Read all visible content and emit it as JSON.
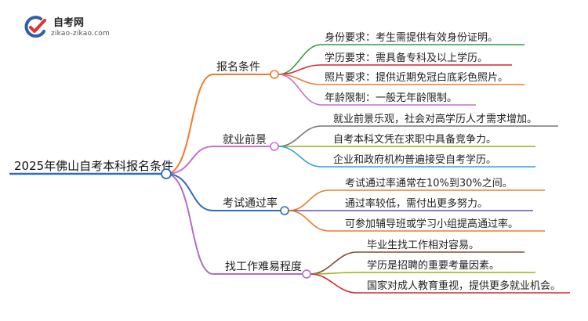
{
  "logo": {
    "title": "自考网",
    "url": "zikao-zikao.com"
  },
  "root": {
    "label": "2025年佛山自考本科报名条件"
  },
  "branches": [
    {
      "label": "报名条件",
      "color": "#F07C2A",
      "items": [
        {
          "text": "身份要求：考生需提供有效身份证明。",
          "color": "#2E9E3A"
        },
        {
          "text": "学历要求：需具备专科及以上学历。",
          "color": "#D7262C"
        },
        {
          "text": "照片要求：提供近期免冠白底彩色照片。",
          "color": "#F07C2A"
        },
        {
          "text": "年龄限制：一般无年龄限制。",
          "color": "#C86FD1"
        }
      ]
    },
    {
      "label": "就业前景",
      "color": "#C86FD1",
      "items": [
        {
          "text": "就业前景乐观，社会对高学历人才需求增加。",
          "color": "#777777"
        },
        {
          "text": "自考本科文凭在求职中具备竞争力。",
          "color": "#9AAF1E"
        },
        {
          "text": "企业和政府机构普遍接受自考学历。",
          "color": "#27A8D8"
        }
      ]
    },
    {
      "label": "考试通过率",
      "color": "#2F6DB5",
      "items": [
        {
          "text": "考试通过率通常在10%到30%之间。",
          "color": "#F07C2A"
        },
        {
          "text": "通过率较低，需付出更多努力。",
          "color": "#6A4FB0"
        },
        {
          "text": "可参加辅导班或学习小组提高通过率。",
          "color": "#F07C2A"
        }
      ]
    },
    {
      "label": "找工作难易程度",
      "color": "#B46BC8",
      "items": [
        {
          "text": "毕业生找工作相对容易。",
          "color": "#8B4A3A"
        },
        {
          "text": "学历是招聘的重要考量因素。",
          "color": "#9AAF1E"
        },
        {
          "text": "国家对成人教育重视，提供更多就业机会。",
          "color": "#D7262C"
        }
      ]
    }
  ]
}
